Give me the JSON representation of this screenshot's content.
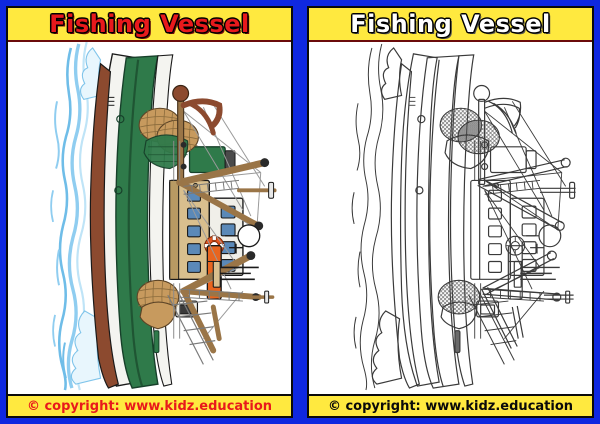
{
  "document": {
    "kind": "coloring-worksheet",
    "outer_background_color": "#0f28e0",
    "panel_count": 2
  },
  "panels": [
    {
      "id": "color-reference",
      "title": "Fishing Vessel",
      "title_color": "#e8191c",
      "title_bar_color": "#ffe93f",
      "footer": "© copyright: www.kidz.education",
      "footer_color": "#e8191c",
      "illustration": "fishing-vessel-colored",
      "illustration_alt": "Side view of a fishing trawler rotated 90 degrees, with green hull, white and red-brown lower hull, tan deckhouse, brown masts and cargo booms, orange lifebuoys and blue water spray"
    },
    {
      "id": "coloring-page",
      "title": "Fishing Vessel",
      "title_color": "#ffffff",
      "title_bar_color": "#ffe93f",
      "footer": "© copyright: www.kidz.education",
      "footer_color": "#0a0a0a",
      "illustration": "fishing-vessel-lineart",
      "illustration_alt": "Black and white outline drawing of the same fishing trawler for colouring in"
    }
  ],
  "palette": {
    "border_blue": "#0f28e0",
    "panel_border_black": "#0a0a0a",
    "banner_yellow": "#ffe93f",
    "banner_underline_dark_red": "#6b0b0b",
    "title_red": "#e8191c",
    "title_white": "#ffffff",
    "hull_green": "#2f7a4a",
    "hull_green_dark": "#1f5533",
    "hull_red_brown": "#8c4a2f",
    "hull_white": "#f4f4f0",
    "deck_tan": "#d9bf8e",
    "deck_tan_dark": "#b89a63",
    "mast_brown": "#9a7547",
    "mast_brown_dark": "#6f5230",
    "window_blue": "#5b89b8",
    "lifebuoy_orange": "#e8561f",
    "funnel_orange": "#e8651f",
    "net_tan": "#c79a5e",
    "water_blue": "#8fcdf0",
    "water_blue_light": "#bfe4f7",
    "line_black": "#1a1a1a",
    "lineart_stroke": "#3a3a3a"
  }
}
